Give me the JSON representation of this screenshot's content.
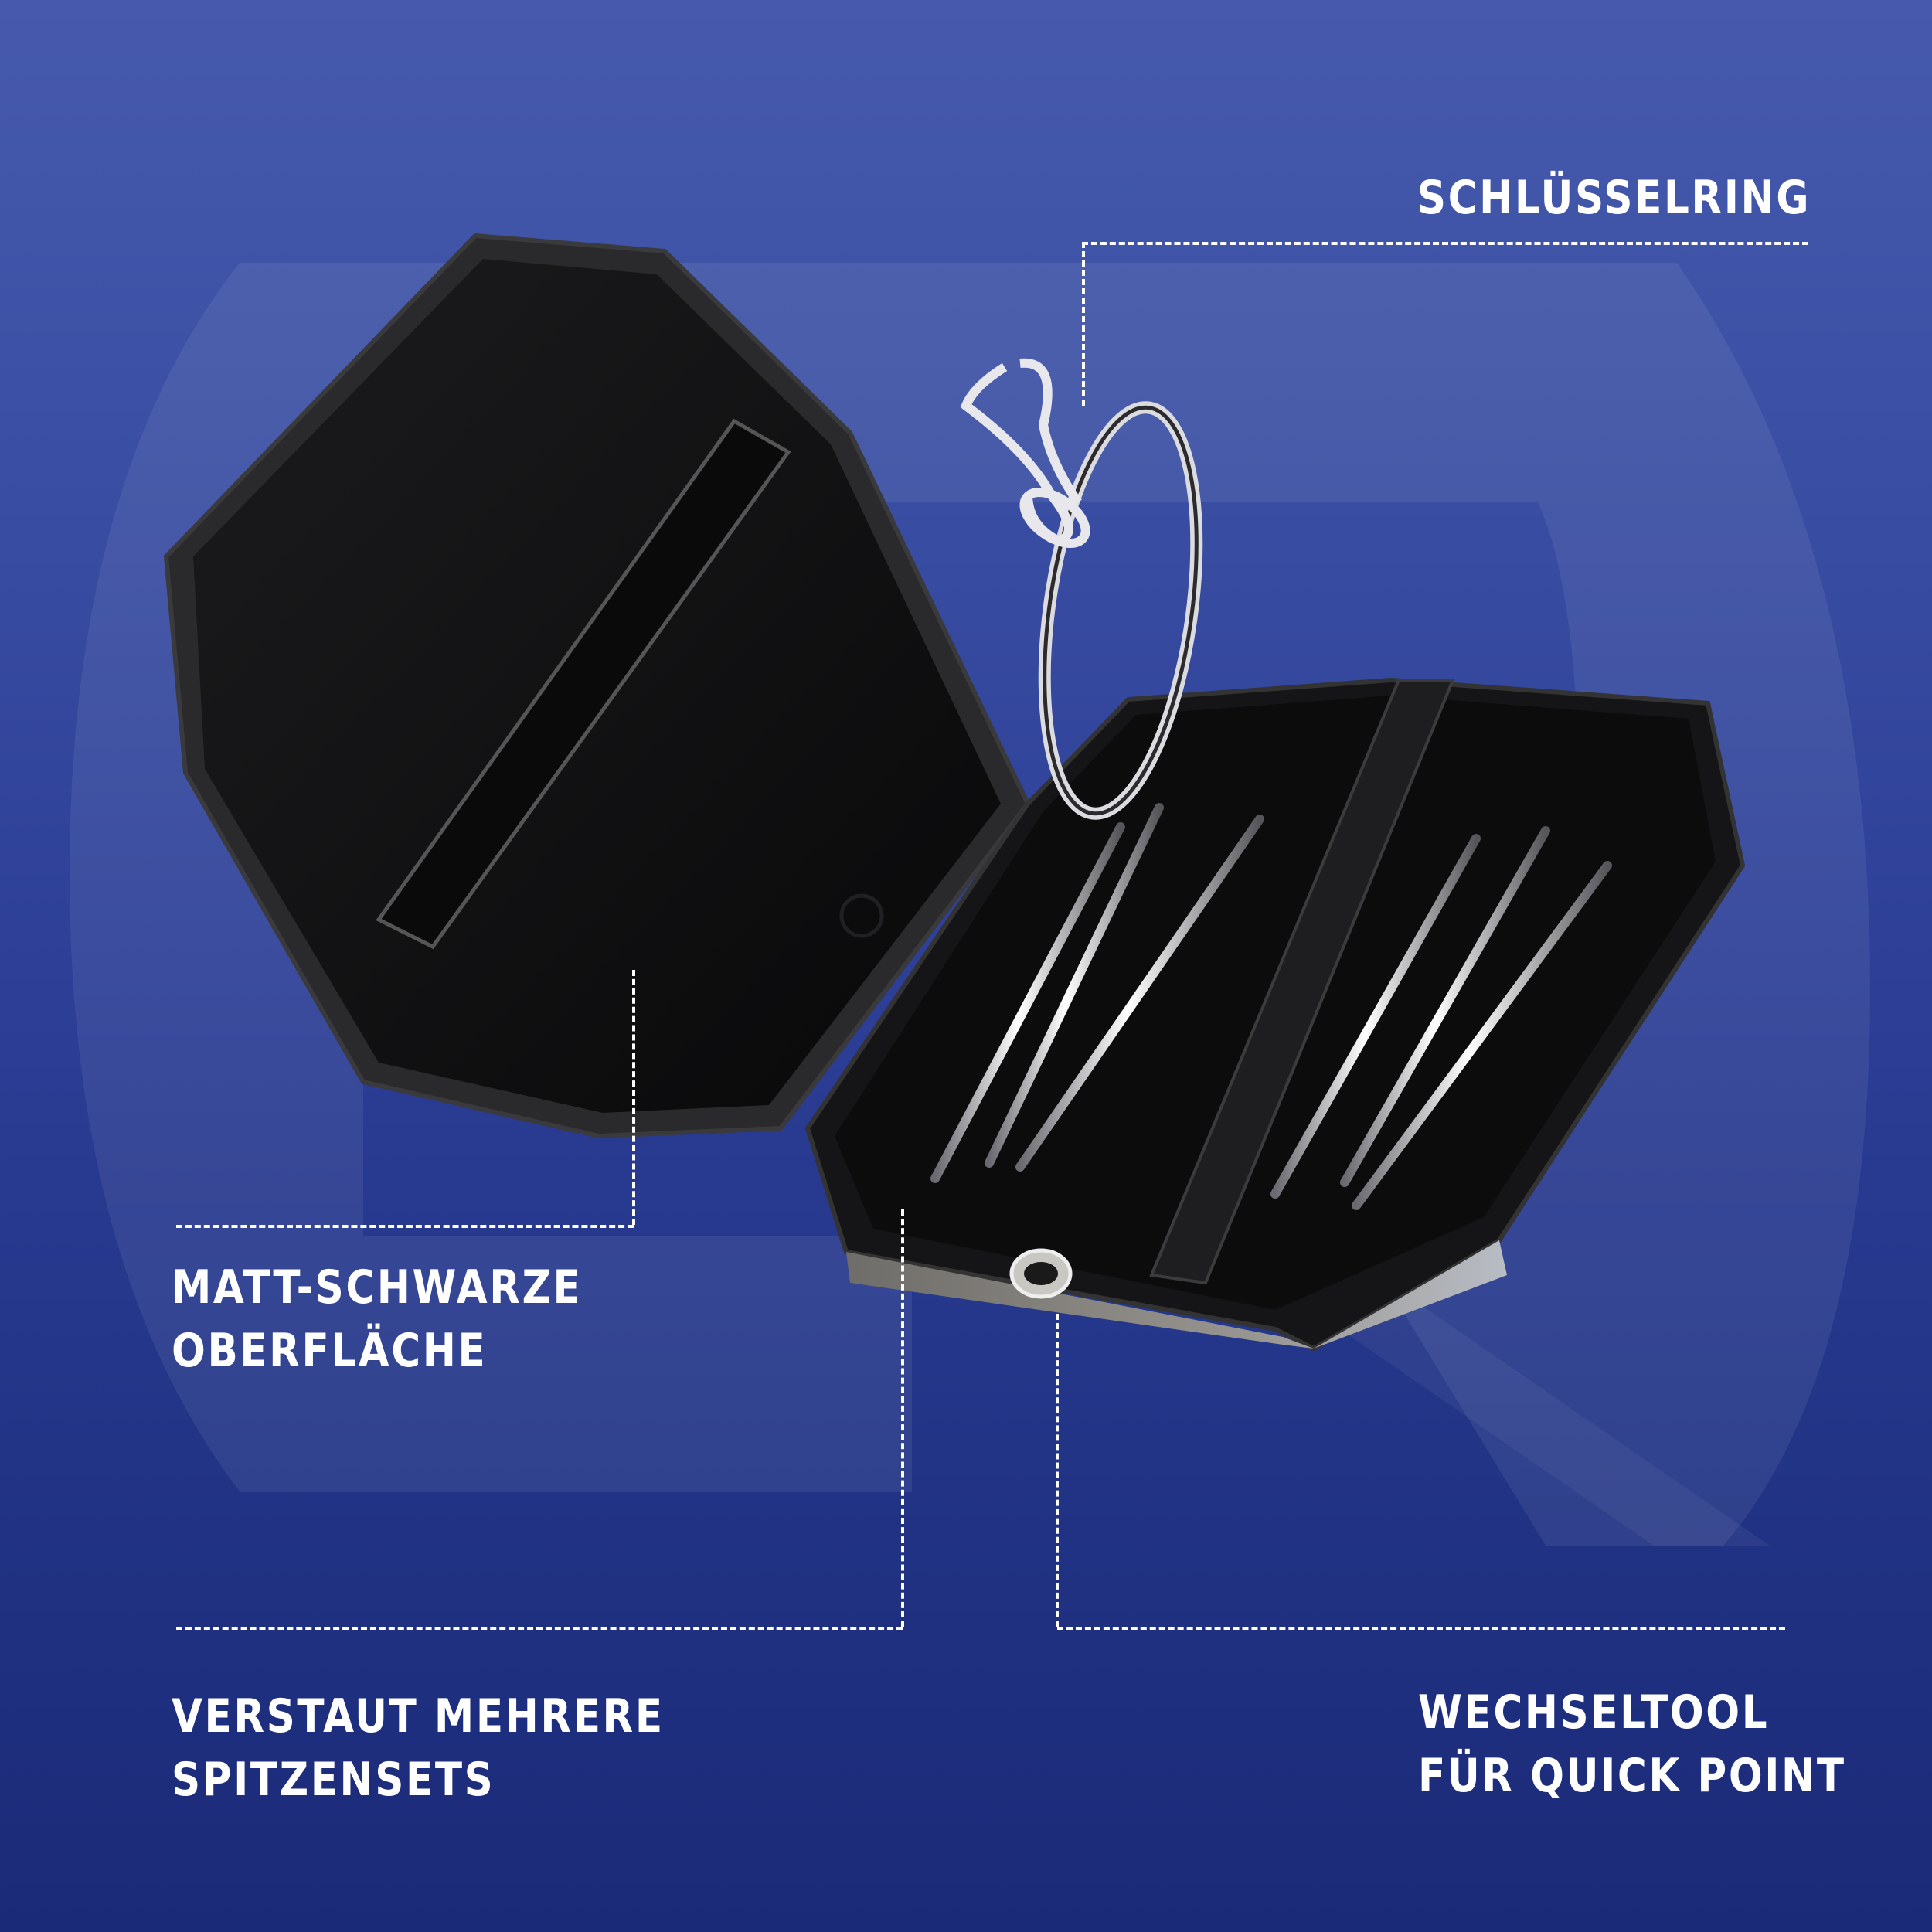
{
  "colors": {
    "background_top": "#4659ad",
    "background_bottom": "#1b2a78",
    "text": "#ffffff",
    "case_black": "#0d0d0f",
    "case_edge_gray": "#8c8a86",
    "metal": "#d8d8dc"
  },
  "product": {
    "name": "dart point case with key ring",
    "icons": [
      "keyring-icon",
      "carabiner-icon",
      "dart-point-icon",
      "hex-tool-icon"
    ]
  },
  "callouts": {
    "keyring": {
      "lines": [
        "SCHLÜSSELRING"
      ]
    },
    "surface": {
      "lines": [
        "MATT-SCHWARZE",
        "OBERFLÄCHE"
      ]
    },
    "storage": {
      "lines": [
        "VERSTAUT MEHRERE",
        "SPITZENSETS"
      ]
    },
    "tool": {
      "lines": [
        "WECHSELTOOL",
        "FÜR QUICK POINT"
      ]
    }
  }
}
